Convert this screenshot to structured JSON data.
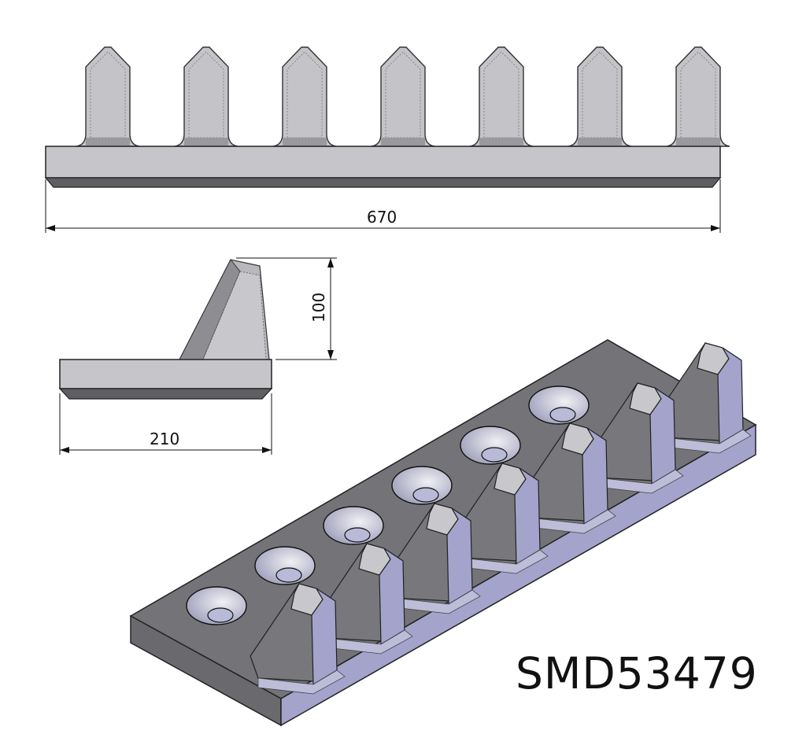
{
  "drawing": {
    "part_code": "SMD53479",
    "dimensions": {
      "length": "670",
      "height": "100",
      "width": "210"
    },
    "tooth_count": 7,
    "hole_count": 6,
    "colors": {
      "light_face": "#c9c9cc",
      "dark_face": "#76767a",
      "lavender_face": "#a3a3cc",
      "edge": "#2b2b2b"
    }
  }
}
